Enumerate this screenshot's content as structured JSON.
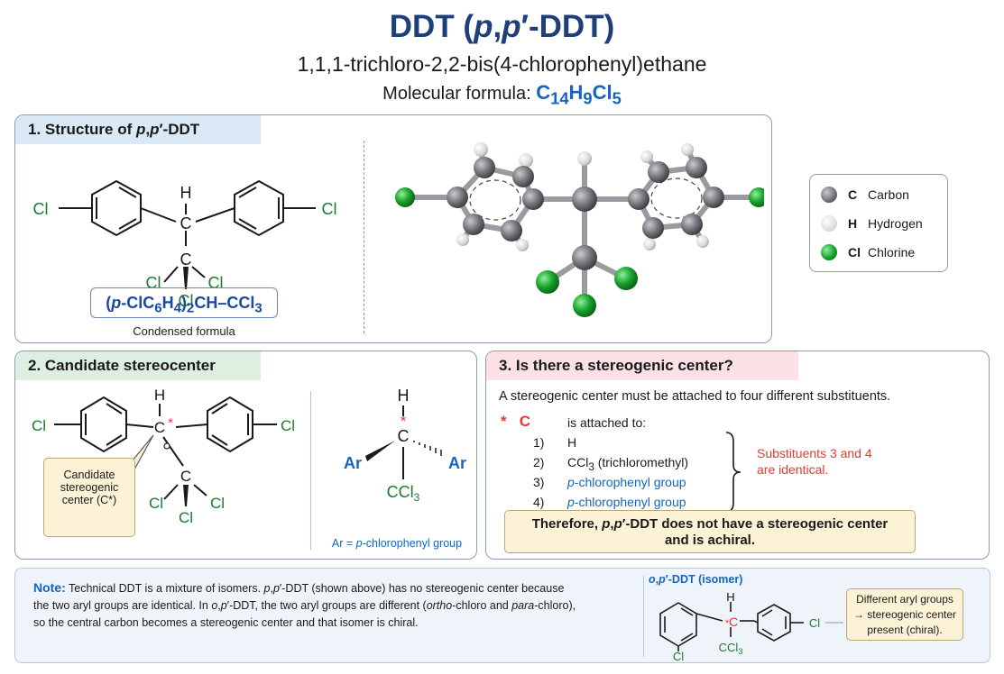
{
  "header": {
    "title": "DDT (p,p′-DDT)",
    "iupac": "1,1,1-trichloro-2,2-bis(4-chlorophenyl)ethane",
    "formula_label": "Molecular formula:",
    "formula": "C14H9Cl5"
  },
  "section1": {
    "title": "1. Structure of p,p′-DDT",
    "condensed_formula": "(p-ClC6H4)2CH–CCl3",
    "condensed_label": "Condensed formula"
  },
  "legend": {
    "items": [
      {
        "symbol": "C",
        "name": "Carbon",
        "color": "#6b6b70"
      },
      {
        "symbol": "H",
        "name": "Hydrogen",
        "color": "#e6e6e6"
      },
      {
        "symbol": "Cl",
        "name": "Chlorine",
        "color": "#17a02a"
      }
    ]
  },
  "section2": {
    "title": "2. Candidate stereocenter",
    "callout": "Candidate stereogenic center (C*)",
    "ar_def": "Ar = p-chlorophenyl group"
  },
  "section3": {
    "title": "3. Is there a stereogenic center?",
    "intro": "A stereogenic center must be attached to four different substituents.",
    "attached_label": "is attached to:",
    "substituents": [
      "H",
      "CCl3 (trichloromethyl)",
      "p-chlorophenyl group",
      "p-chlorophenyl group"
    ],
    "numbers": [
      "1)",
      "2)",
      "3)",
      "4)"
    ],
    "note": "Substituents 3 and 4 are identical.",
    "conclusion_line1": "Therefore, p,p′-DDT does not have a stereogenic center",
    "conclusion_line2": "and is achiral."
  },
  "note": {
    "label": "Note:",
    "line1": "Technical DDT is a mixture of isomers. p,p′-DDT (shown above) has no stereogenic center because",
    "line2": "the two aryl groups are identical. In o,p′-DDT, the two aryl groups are different (ortho-chloro and para-chloro),",
    "line3": "so the central carbon becomes a stereogenic center and that isomer is chiral.",
    "isomer_title": "o,p′-DDT (isomer)",
    "box_line1": "Different aryl groups",
    "box_line2": "→ stereogenic center",
    "box_line3": "present (chiral)."
  },
  "atoms": {
    "C": "C",
    "H": "H",
    "Cl": "Cl",
    "Ar": "Ar",
    "star": "*",
    "CCl3": "CCl3"
  }
}
